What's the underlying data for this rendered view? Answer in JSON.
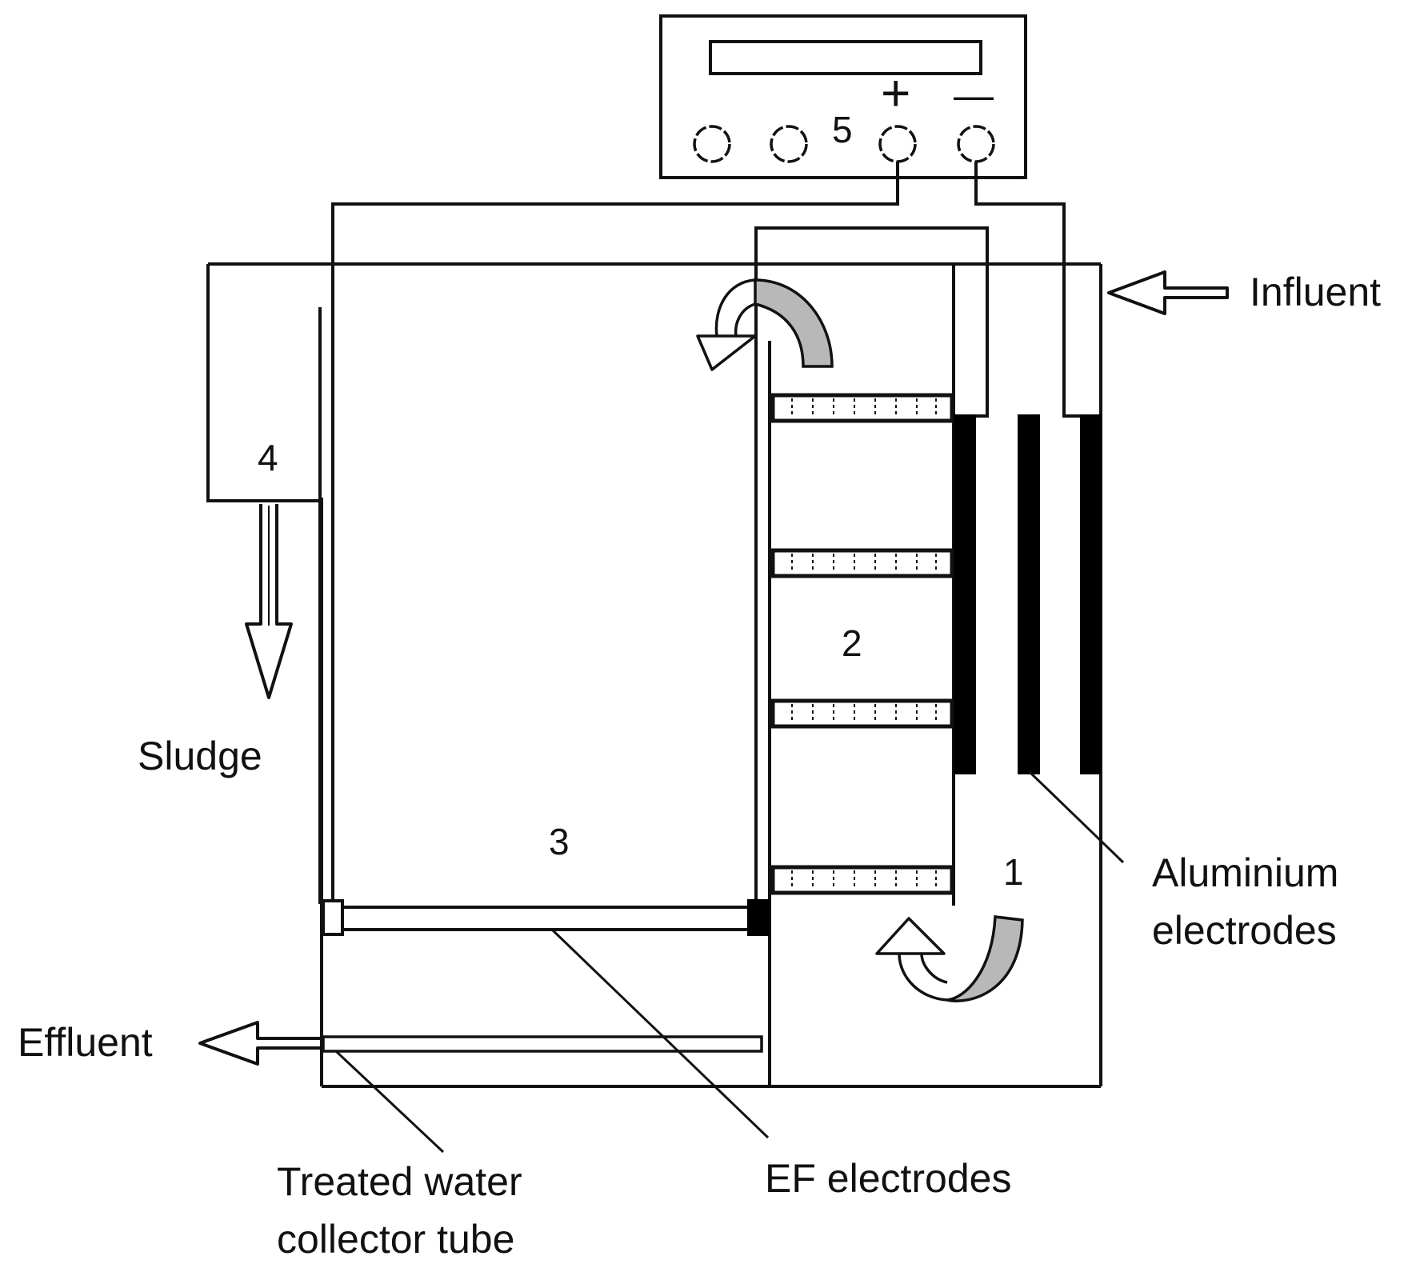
{
  "labels": {
    "influent": "Influent",
    "effluent": "Effluent",
    "sludge": "Sludge",
    "aluminium_line1": "Aluminium",
    "aluminium_line2": "electrodes",
    "ef_electrodes": "EF electrodes",
    "collector_line1": "Treated water",
    "collector_line2": "collector tube",
    "num_1": "1",
    "num_2": "2",
    "num_3": "3",
    "num_4": "4",
    "num_5": "5",
    "plus_sign": "+",
    "minus_sign": "—"
  },
  "colors": {
    "stroke": "#111111",
    "electrode": "#000000",
    "flow_arrow_fill": "#b8b8b8"
  }
}
